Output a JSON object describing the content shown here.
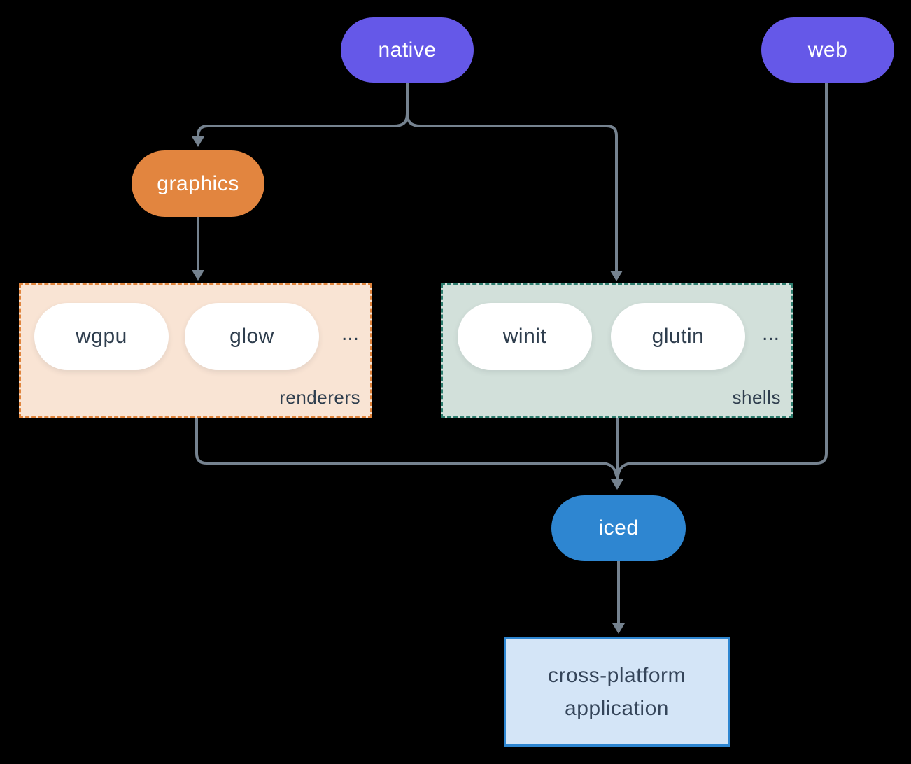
{
  "diagram": {
    "background_color": "#000000",
    "connector_color": "#75828f",
    "nodes": {
      "native": {
        "label": "native",
        "color": "#6558e8",
        "text_color": "#ffffff"
      },
      "web": {
        "label": "web",
        "color": "#6558e8",
        "text_color": "#ffffff"
      },
      "graphics": {
        "label": "graphics",
        "color": "#e2853f",
        "text_color": "#ffffff"
      },
      "iced": {
        "label": "iced",
        "color": "#2e86d1",
        "text_color": "#ffffff"
      }
    },
    "groups": {
      "renderers": {
        "label": "renderers",
        "fill": "#f9e4d4",
        "border": "#e0843c",
        "items": [
          "wgpu",
          "glow"
        ],
        "ellipsis": "..."
      },
      "shells": {
        "label": "shells",
        "fill": "#d2e0da",
        "border": "#2e7d6e",
        "items": [
          "winit",
          "glutin"
        ],
        "ellipsis": "..."
      }
    },
    "app_box": {
      "line1": "cross-platform",
      "line2": "application",
      "fill": "#d4e5f7",
      "border": "#2e86d1",
      "text_color": "#35455a"
    }
  }
}
